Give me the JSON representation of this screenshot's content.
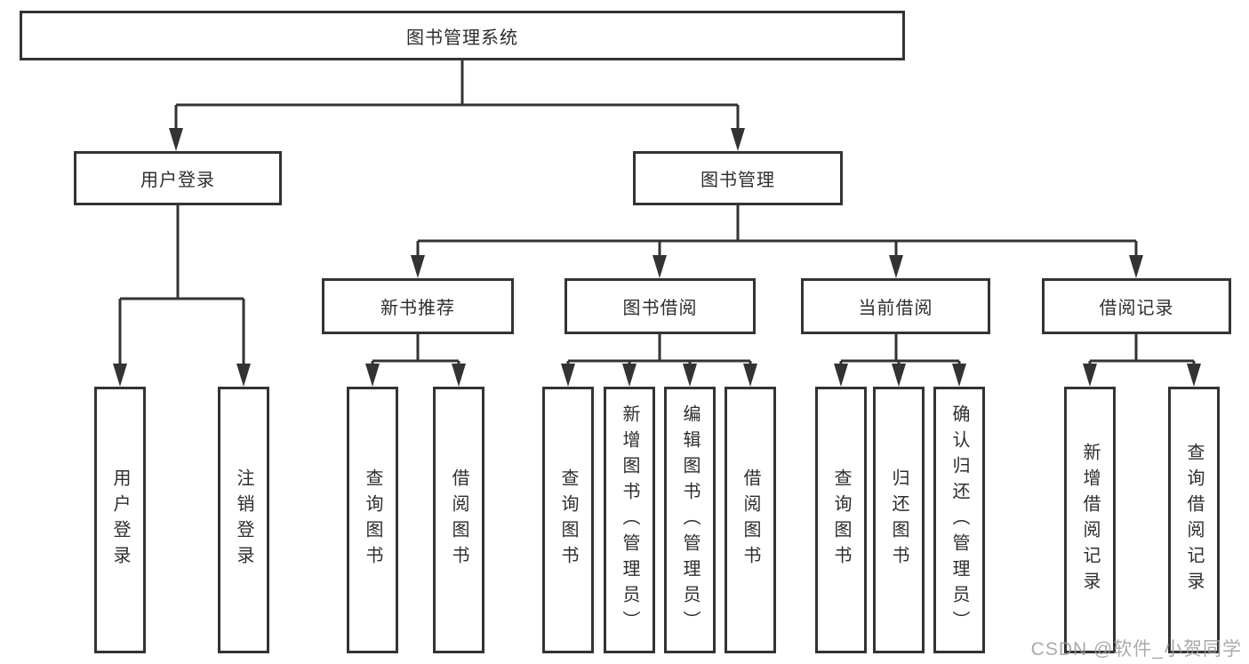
{
  "tree": {
    "root": {
      "label": "图书管理系统"
    },
    "branches": [
      {
        "label": "用户登录",
        "children": [
          {
            "label": "用户登录"
          },
          {
            "label": "注销登录"
          }
        ]
      },
      {
        "label": "图书管理",
        "children": [
          {
            "label": "新书推荐",
            "children": [
              {
                "label": "查询图书"
              },
              {
                "label": "借阅图书"
              }
            ]
          },
          {
            "label": "图书借阅",
            "children": [
              {
                "label": "查询图书"
              },
              {
                "label": "新增图书（管理员）"
              },
              {
                "label": "编辑图书（管理员）"
              },
              {
                "label": "借阅图书"
              }
            ]
          },
          {
            "label": "当前借阅",
            "children": [
              {
                "label": "查询图书"
              },
              {
                "label": "归还图书"
              },
              {
                "label": "确认归还（管理员）"
              }
            ]
          },
          {
            "label": "借阅记录",
            "children": [
              {
                "label": "新增借阅记录"
              },
              {
                "label": "查询借阅记录"
              }
            ]
          }
        ]
      }
    ]
  },
  "watermark": "CSDN @软件_小贺同学",
  "colors": {
    "line": "#333333",
    "text": "#2e2e2e",
    "background": "#ffffff",
    "watermark": "#9c9c9c"
  }
}
